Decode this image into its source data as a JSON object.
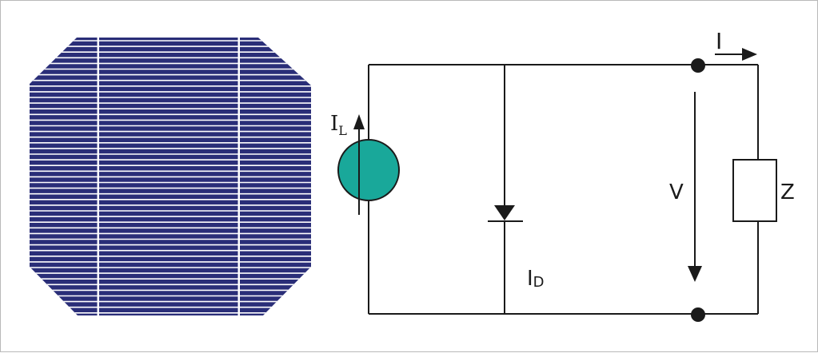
{
  "labels": {
    "current_out": "I",
    "photo_current_main": "I",
    "photo_current_sub": "L",
    "diode_current_main": "I",
    "diode_current_sub": "D",
    "voltage": "V",
    "load": "Z"
  },
  "colors": {
    "cell_fill": "#2a2e78",
    "finger_line": "#ffffff",
    "busbar": "#ffffff",
    "wire": "#1a1a1a",
    "source_fill": "#19a89a",
    "node_dot": "#1a1a1a"
  },
  "icons": {
    "solar_cell": "solar-cell-icon",
    "current_source": "current-source-icon",
    "diode": "diode-icon"
  }
}
